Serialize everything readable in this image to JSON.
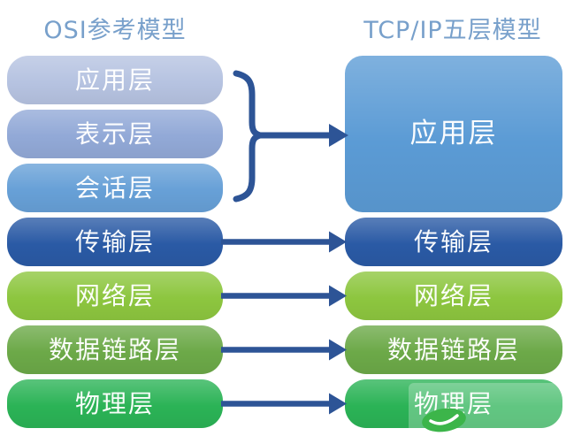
{
  "title_color": "#78a0cb",
  "left_column": {
    "title": "OSI参考模型",
    "layers": [
      {
        "label": "应用层",
        "color": "#b6c3e1"
      },
      {
        "label": "表示层",
        "color": "#92a9d7"
      },
      {
        "label": "会话层",
        "color": "#67a0d7"
      },
      {
        "label": "传输层",
        "color": "#2a5aa5"
      },
      {
        "label": "网络层",
        "color": "#8dc63f"
      },
      {
        "label": "数据链路层",
        "color": "#6ca948"
      },
      {
        "label": "物理层",
        "color": "#2bb356"
      }
    ]
  },
  "right_column": {
    "title": "TCP/IP五层模型",
    "layers": [
      {
        "label": "应用层",
        "color": "#5b9bd5"
      },
      {
        "label": "传输层",
        "color": "#2a5aa5"
      },
      {
        "label": "网络层",
        "color": "#8dc63f"
      },
      {
        "label": "数据链路层",
        "color": "#6ca948"
      },
      {
        "label": "物理层",
        "color": "#2bb356"
      }
    ]
  },
  "connectors": {
    "color": "#2d5496"
  },
  "watermark": {
    "logo_color": "#3cb54a"
  }
}
